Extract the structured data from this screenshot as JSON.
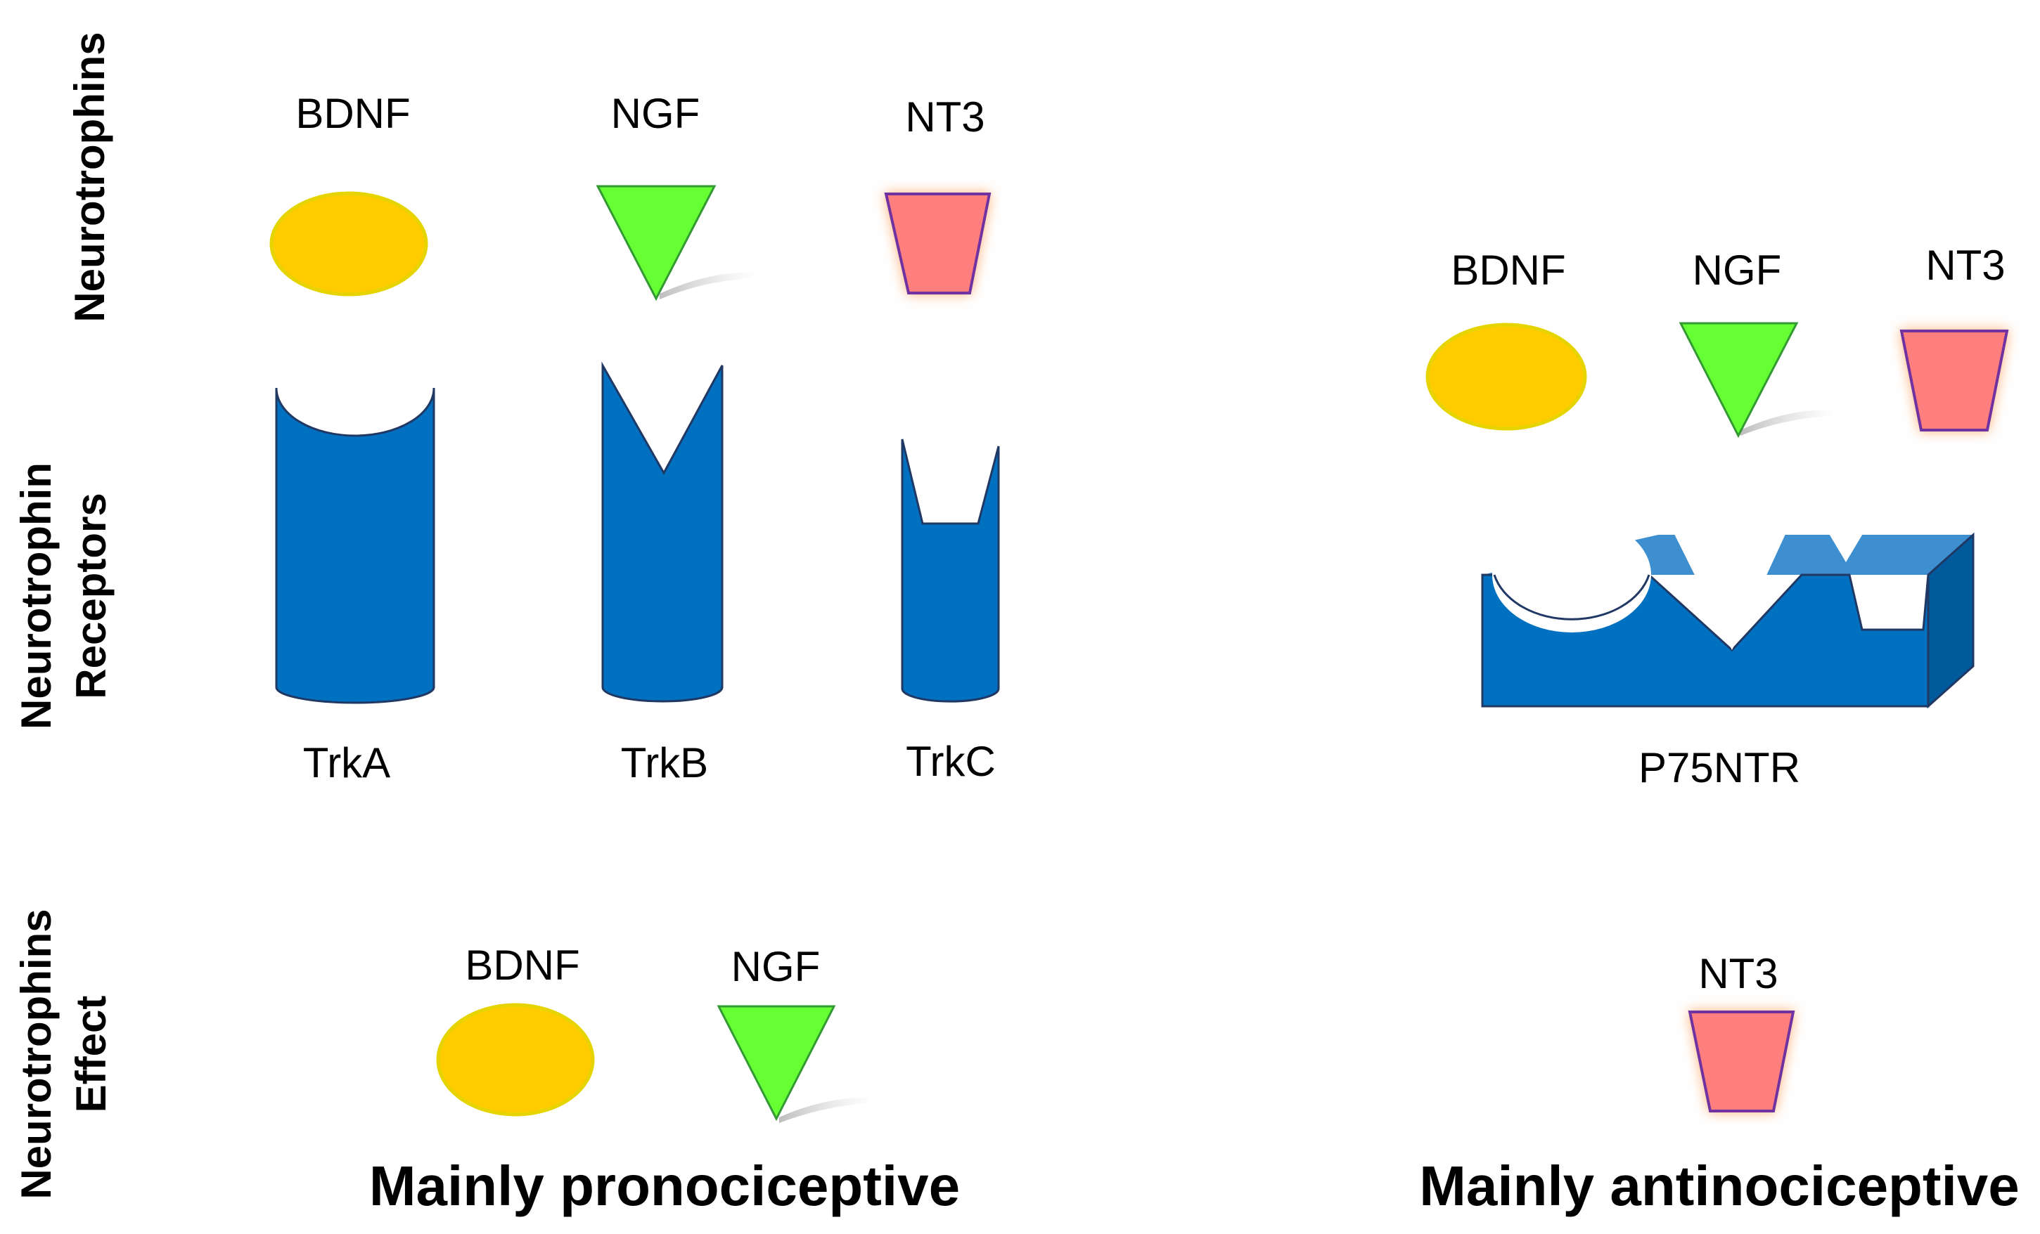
{
  "row_labels": {
    "neurotrophins": "Neurotrophins",
    "receptors_line1": "Neurotrophin",
    "receptors_line2": "Receptors",
    "effect_line1": "Neurotrophins",
    "effect_line2": "Effect"
  },
  "trk_group": {
    "ligands": [
      "BDNF",
      "NGF",
      "NT3"
    ],
    "receptors": [
      "TrkA",
      "TrkB",
      "TrkC"
    ]
  },
  "p75_group": {
    "ligands": [
      "BDNF",
      "NGF",
      "NT3"
    ],
    "receptor": "P75NTR"
  },
  "effects": {
    "pronociceptive": {
      "ligands": [
        "BDNF",
        "NGF"
      ],
      "label": "Mainly pronociceptive"
    },
    "antinociceptive": {
      "ligands": [
        "NT3"
      ],
      "label": "Mainly antinociceptive"
    }
  },
  "colors": {
    "bdnf": "#FFCC00",
    "ngf": "#66FF33",
    "nt3": "#FF7F7F",
    "receptor": "#0070C0",
    "receptor_light": "#3D8FD0",
    "receptor_dark": "#005A9C"
  },
  "icons": {
    "bdnf": "ellipse-shape",
    "ngf": "inverted-triangle-shape",
    "nt3": "trapezoid-shape"
  }
}
